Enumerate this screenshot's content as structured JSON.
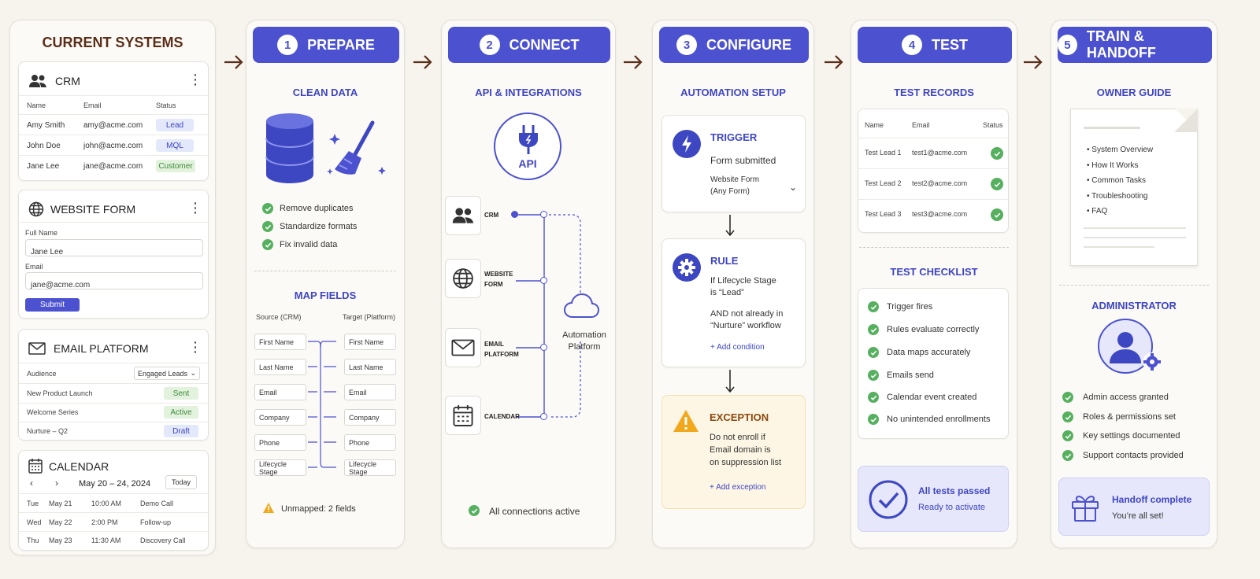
{
  "colors": {
    "accent": "#4c52cf",
    "success": "#57b060",
    "warning": "#f2a81d",
    "background": "#f7f4ee"
  },
  "current": {
    "title": "CURRENT SYSTEMS",
    "crm": {
      "title": "CRM",
      "icon": "people-icon",
      "headers": [
        "Name",
        "Email",
        "Status"
      ],
      "rows": [
        {
          "name": "Amy Smith",
          "email": "amy@acme.com",
          "status": "Lead"
        },
        {
          "name": "John Doe",
          "email": "john@acme.com",
          "status": "MQL"
        },
        {
          "name": "Jane Lee",
          "email": "jane@acme.com",
          "status": "Customer"
        }
      ]
    },
    "form": {
      "title": "WEBSITE FORM",
      "icon": "globe-icon",
      "name_label": "Full Name",
      "name_value": "Jane Lee",
      "email_label": "Email",
      "email_value": "jane@acme.com",
      "submit": "Submit"
    },
    "email": {
      "title": "EMAIL PLATFORM",
      "icon": "envelope-icon",
      "audience_label": "Audience",
      "audience_value": "Engaged Leads",
      "rows": [
        {
          "name": "New Product Launch",
          "status": "Sent"
        },
        {
          "name": "Welcome Series",
          "status": "Active"
        },
        {
          "name": "Nurture – Q2",
          "status": "Draft"
        }
      ]
    },
    "calendar": {
      "title": "CALENDAR",
      "icon": "calendar-icon",
      "range": "May 20 – 24, 2024",
      "today": "Today",
      "rows": [
        {
          "day": "Tue",
          "date": "May 21",
          "time": "10:00 AM",
          "event": "Demo Call"
        },
        {
          "day": "Wed",
          "date": "May 22",
          "time": "2:00 PM",
          "event": "Follow-up"
        },
        {
          "day": "Thu",
          "date": "May 23",
          "time": "11:30 AM",
          "event": "Discovery Call"
        }
      ]
    }
  },
  "steps": [
    {
      "num": "1",
      "title": "PREPARE"
    },
    {
      "num": "2",
      "title": "CONNECT"
    },
    {
      "num": "3",
      "title": "CONFIGURE"
    },
    {
      "num": "4",
      "title": "TEST"
    },
    {
      "num": "5",
      "title": "TRAIN & HANDOFF"
    }
  ],
  "prepare": {
    "clean_title": "CLEAN DATA",
    "clean_items": [
      "Remove duplicates",
      "Standardize formats",
      "Fix invalid data"
    ],
    "map_title": "MAP FIELDS",
    "source_label": "Source (CRM)",
    "target_label": "Target (Platform)",
    "fields": [
      "First Name",
      "Last Name",
      "Email",
      "Company",
      "Phone",
      "Lifecycle Stage"
    ],
    "warning": "Unmapped: 2 fields"
  },
  "connect": {
    "title": "API & INTEGRATIONS",
    "api_label": "API",
    "systems": [
      {
        "label": "CRM",
        "icon": "people-icon"
      },
      {
        "label": "WEBSITE FORM",
        "icon": "globe-icon"
      },
      {
        "label": "EMAIL PLATFORM",
        "icon": "envelope-icon"
      },
      {
        "label": "CALENDAR",
        "icon": "calendar-icon"
      }
    ],
    "platform_line1": "Automation",
    "platform_line2": "Platform",
    "status": "All connections active"
  },
  "configure": {
    "title": "AUTOMATION SETUP",
    "trigger": {
      "title": "TRIGGER",
      "text": "Form submitted",
      "select_line1": "Website Form",
      "select_line2": "(Any Form)"
    },
    "rule": {
      "title": "RULE",
      "line1": "If Lifecycle Stage",
      "line2": "is “Lead”",
      "line3": "AND not already in",
      "line4": "“Nurture” workflow",
      "add": "+ Add condition"
    },
    "exception": {
      "title": "EXCEPTION",
      "line1": "Do not enroll if",
      "line2": "Email domain is",
      "line3": "on suppression list",
      "add": "+ Add exception"
    }
  },
  "test": {
    "records_title": "TEST RECORDS",
    "headers": [
      "Name",
      "Email",
      "Status"
    ],
    "rows": [
      {
        "name": "Test Lead 1",
        "email": "test1@acme.com"
      },
      {
        "name": "Test Lead 2",
        "email": "test2@acme.com"
      },
      {
        "name": "Test Lead 3",
        "email": "test3@acme.com"
      }
    ],
    "checklist_title": "TEST CHECKLIST",
    "checklist": [
      "Trigger fires",
      "Rules evaluate correctly",
      "Data maps accurately",
      "Emails send",
      "Calendar event created",
      "No unintended enrollments"
    ],
    "passed_title": "All tests passed",
    "passed_sub": "Ready to activate"
  },
  "handoff": {
    "guide_title": "OWNER GUIDE",
    "guide_items": [
      "System Overview",
      "How It Works",
      "Common Tasks",
      "Troubleshooting",
      "FAQ"
    ],
    "admin_title": "ADMINISTRATOR",
    "admin_items": [
      "Admin access granted",
      "Roles & permissions set",
      "Key settings documented",
      "Support contacts provided"
    ],
    "done_title": "Handoff complete",
    "done_sub": "You’re all set!"
  }
}
